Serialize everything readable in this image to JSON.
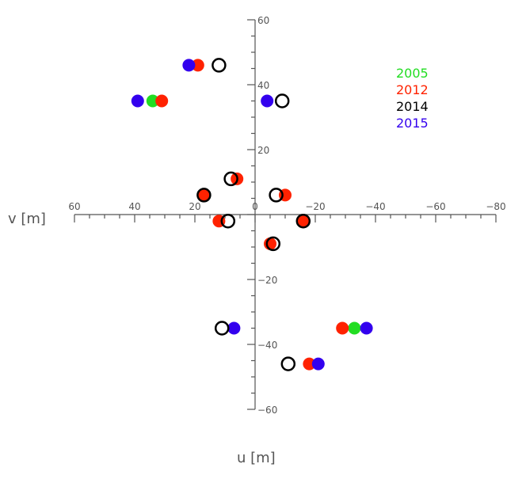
{
  "chart_data": {
    "type": "scatter",
    "xlabel": "u [m]",
    "ylabel": "v [m]",
    "xlim": [
      60,
      -80
    ],
    "ylim": [
      -60,
      60
    ],
    "x_ticks": [
      60,
      40,
      20,
      0,
      -20,
      -40,
      -60,
      -80
    ],
    "y_ticks": [
      60,
      40,
      20,
      -20,
      -40,
      -60
    ],
    "grid": false,
    "legend_position": "top-right",
    "series": [
      {
        "name": "2005",
        "color": "#22dd22",
        "marker": "filled",
        "points": [
          [
            34,
            35
          ],
          [
            -33,
            -35
          ]
        ]
      },
      {
        "name": "2012",
        "color": "#ff2200",
        "marker": "filled",
        "points": [
          [
            19,
            46
          ],
          [
            31,
            35
          ],
          [
            6,
            11
          ],
          [
            -10,
            6
          ],
          [
            17,
            6
          ],
          [
            12,
            -2
          ],
          [
            -16,
            -2
          ],
          [
            -5,
            -9
          ],
          [
            -29,
            -35
          ],
          [
            -18,
            -46
          ]
        ]
      },
      {
        "name": "2014",
        "color": "#000000",
        "marker": "open",
        "points": [
          [
            12,
            46
          ],
          [
            -9,
            35
          ],
          [
            8,
            11
          ],
          [
            -7,
            6
          ],
          [
            17,
            6
          ],
          [
            9,
            -2
          ],
          [
            -16,
            -2
          ],
          [
            -6,
            -9
          ],
          [
            11,
            -35
          ],
          [
            -11,
            -46
          ]
        ]
      },
      {
        "name": "2015",
        "color": "#3300ee",
        "marker": "filled",
        "points": [
          [
            22,
            46
          ],
          [
            39,
            35
          ],
          [
            -4,
            35
          ],
          [
            7,
            -35
          ],
          [
            -21,
            -46
          ],
          [
            -37,
            -35
          ]
        ]
      }
    ]
  }
}
